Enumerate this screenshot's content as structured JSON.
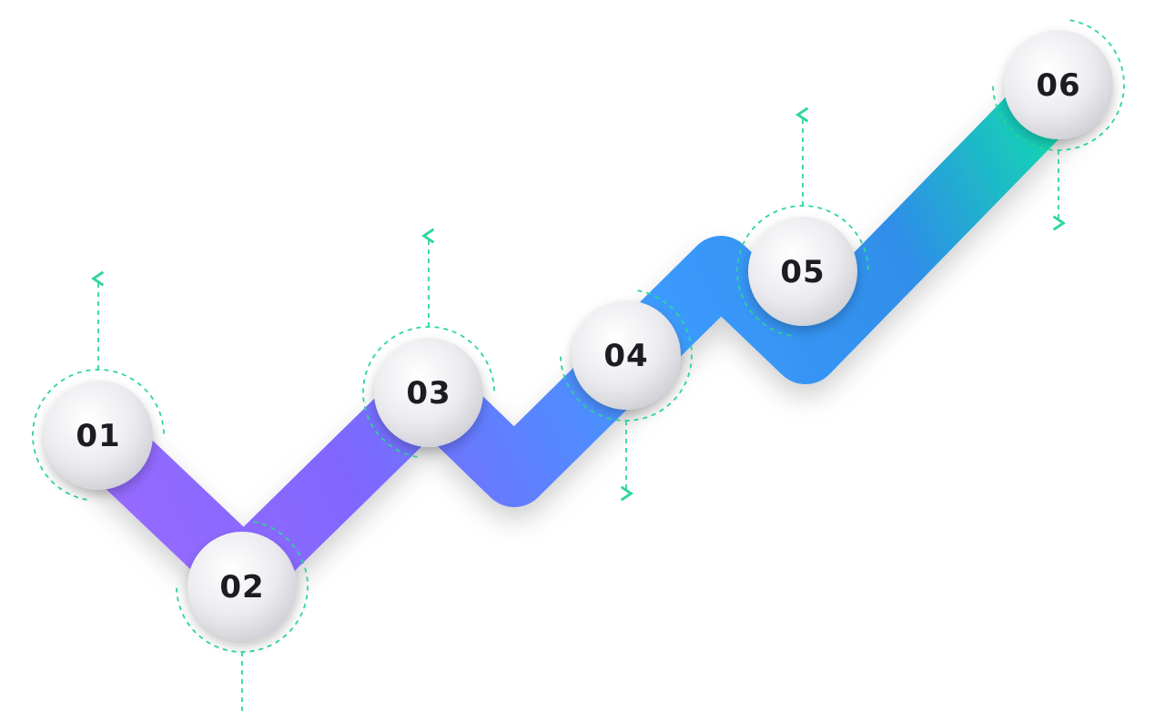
{
  "steps": [
    {
      "label": "01",
      "arrow": "up"
    },
    {
      "label": "02",
      "arrow": "down"
    },
    {
      "label": "03",
      "arrow": "up"
    },
    {
      "label": "04",
      "arrow": "down"
    },
    {
      "label": "05",
      "arrow": "up"
    },
    {
      "label": "06",
      "arrow": "down"
    }
  ],
  "colors": {
    "path_start": "#9a6cff",
    "path_mid": "#3d9bff",
    "path_end": "#0ee3a8",
    "accent_dashed": "#2ed69a",
    "node_fill": "#ececf0",
    "label": "#1c1c22"
  }
}
